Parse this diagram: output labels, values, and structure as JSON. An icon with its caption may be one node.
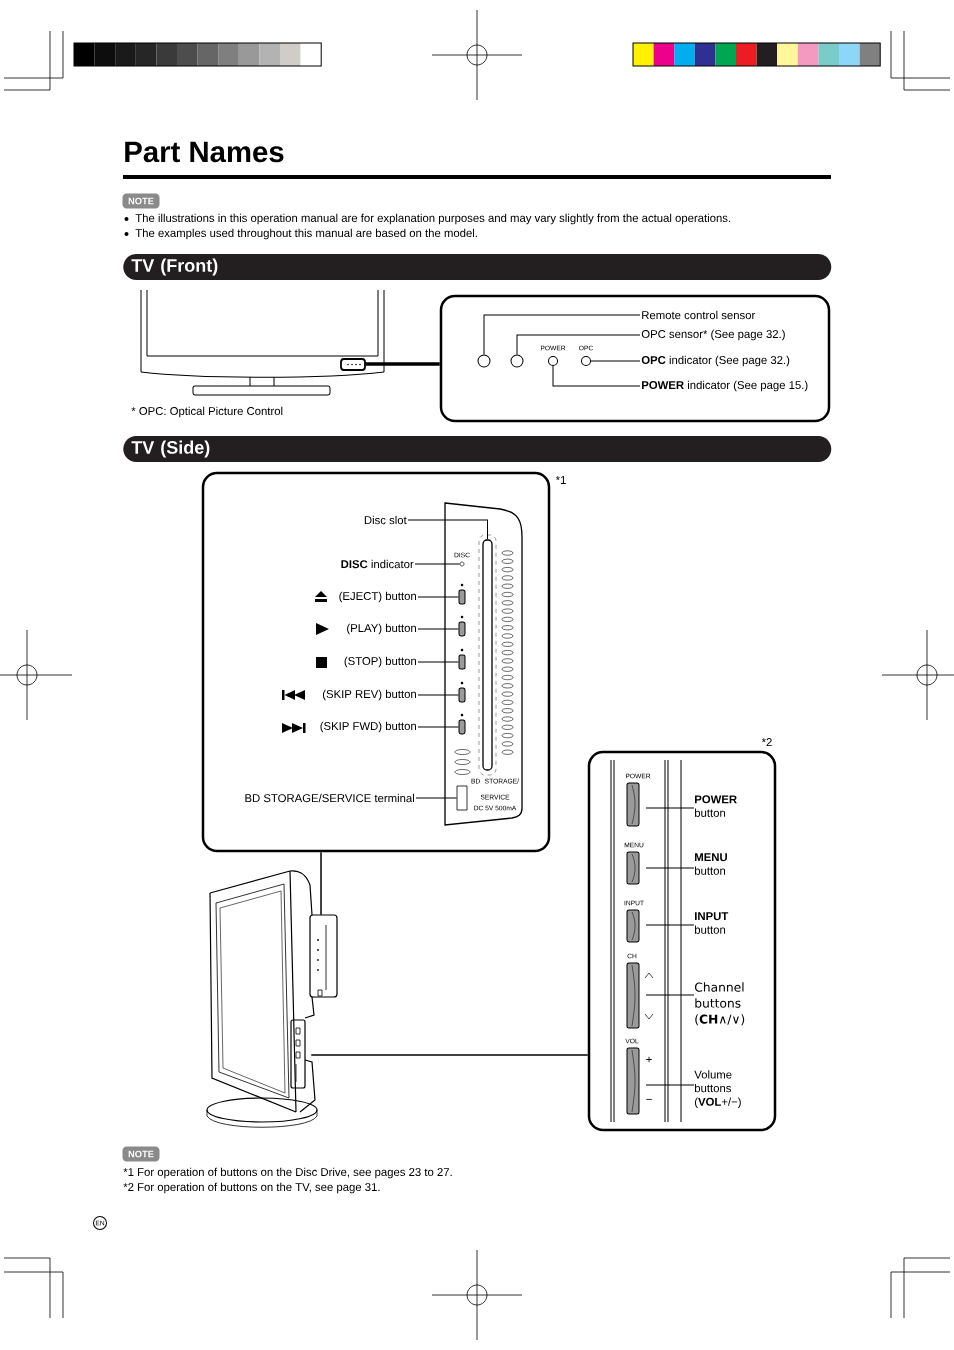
{
  "diagram": {
    "title": "Part Names",
    "nodes": [
      {
        "text": [
          "NOTE"
        ]
      },
      {
        "text": [
          "TV (Front)"
        ]
      },
      {
        "text": [],
        "shape": "picture"
      },
      {
        "text": [],
        "shape": "box"
      },
      {
        "text": [
          "Remote control sensor"
        ],
        "in": 3
      },
      {
        "text": [
          "OPC sensor* (See page 32.)"
        ],
        "in": 3
      },
      {
        "text": [
          "**OPC** indicator (See page 32.)"
        ],
        "in": 3
      },
      {
        "text": [
          "**POWER** indicator (See page 15.)"
        ],
        "in": 3
      },
      {
        "text": [],
        "shape": "circle",
        "in": 3
      },
      {
        "text": [],
        "shape": "circle",
        "in": 3
      },
      {
        "text": [],
        "shape": "circle",
        "in": 3
      },
      {
        "text": [],
        "shape": "circle",
        "in": 3
      },
      {
        "text": [
          "TV (Side)"
        ]
      },
      {
        "text": [],
        "shape": "box"
      },
      {
        "text": [
          "Disc slot"
        ],
        "in": 13
      },
      {
        "text": [
          "**DISC** indicator"
        ],
        "in": 13
      },
      {
        "text": [
          "(EJECT) button"
        ],
        "in": 13
      },
      {
        "text": [
          "(PLAY) button"
        ],
        "in": 13
      },
      {
        "text": [
          "(STOP) button"
        ],
        "in": 13
      },
      {
        "text": [
          "(SKIP REV) button"
        ],
        "in": 13
      },
      {
        "text": [
          "(SKIP FWD) button"
        ],
        "in": 13
      },
      {
        "text": [
          "BD STORAGE/SERVICE terminal"
        ],
        "in": 13
      },
      {
        "text": [],
        "shape": "bar",
        "in": 13
      },
      {
        "text": [],
        "shape": "circle",
        "in": 13
      },
      {
        "text": [],
        "shape": "bar",
        "in": 13
      },
      {
        "text": [],
        "shape": "bar",
        "in": 13
      },
      {
        "text": [],
        "shape": "bar",
        "in": 13
      },
      {
        "text": [],
        "shape": "bar",
        "in": 13
      },
      {
        "text": [],
        "shape": "bar",
        "in": 13
      },
      {
        "text": [],
        "shape": "box",
        "in": 13
      },
      {
        "text": [],
        "shape": "picture"
      },
      {
        "text": [],
        "shape": "box"
      },
      {
        "text": [
          "**POWER** button"
        ],
        "in": 31
      },
      {
        "text": [
          "**MENU** button"
        ],
        "in": 31
      },
      {
        "text": [
          "**INPUT** button"
        ],
        "in": 31
      },
      {
        "text": [
          "Channel buttons (**CH**∧/∨)"
        ],
        "in": 31
      },
      {
        "text": [
          "Volume buttons (**VOL**+/−)"
        ],
        "in": 31
      },
      {
        "text": [
          "NOTE"
        ]
      },
      {
        "text": [
          "EN"
        ]
      }
    ],
    "edges": [
      {
        "from": 2,
        "to": 3,
        "arrow": "none",
        "style": "thick"
      },
      {
        "from": 4,
        "to": 8,
        "arrow": "none"
      },
      {
        "from": 5,
        "to": 9,
        "arrow": "none"
      },
      {
        "from": 6,
        "to": 11,
        "arrow": "none"
      },
      {
        "from": 7,
        "to": 10,
        "arrow": "none"
      },
      {
        "from": 14,
        "to": 22,
        "arrow": "none"
      },
      {
        "from": 15,
        "to": 23,
        "arrow": "none"
      },
      {
        "from": 16,
        "to": 24,
        "arrow": "none"
      },
      {
        "from": 17,
        "to": 25,
        "arrow": "none"
      },
      {
        "from": 18,
        "to": 26,
        "arrow": "none"
      },
      {
        "from": 19,
        "to": 27,
        "arrow": "none"
      },
      {
        "from": 20,
        "to": 28,
        "arrow": "none"
      },
      {
        "from": 21,
        "to": 29,
        "arrow": "none"
      },
      {
        "from": 13,
        "to": 30,
        "arrow": "none"
      },
      {
        "from": 30,
        "to": 31,
        "arrow": "none"
      },
      {
        "from": 32,
        "to": null,
        "arrow": "none"
      },
      {
        "from": 33,
        "to": null,
        "arrow": "none"
      },
      {
        "from": 34,
        "to": null,
        "arrow": "none"
      },
      {
        "from": 35,
        "to": null,
        "arrow": "none"
      },
      {
        "from": 36,
        "to": null,
        "arrow": "none"
      }
    ],
    "labels": [
      "The illustrations in this operation manual are for explanation purposes and may vary slightly from the actual operations.",
      "The examples used throughout this manual are based on the model.",
      "POWER",
      "OPC",
      "* OPC: Optical Picture Control",
      "*1",
      "DISC",
      "BD STORAGE/ SERVICE",
      "DC 5V 500mA",
      "*2",
      "POWER",
      "MENU",
      "INPUT",
      "CH",
      "VOL",
      "+",
      "−",
      "*1 For operation of buttons on the Disc Drive, see pages 23 to 27.",
      "*2 For operation of buttons on the TV, see page 31."
    ]
  }
}
